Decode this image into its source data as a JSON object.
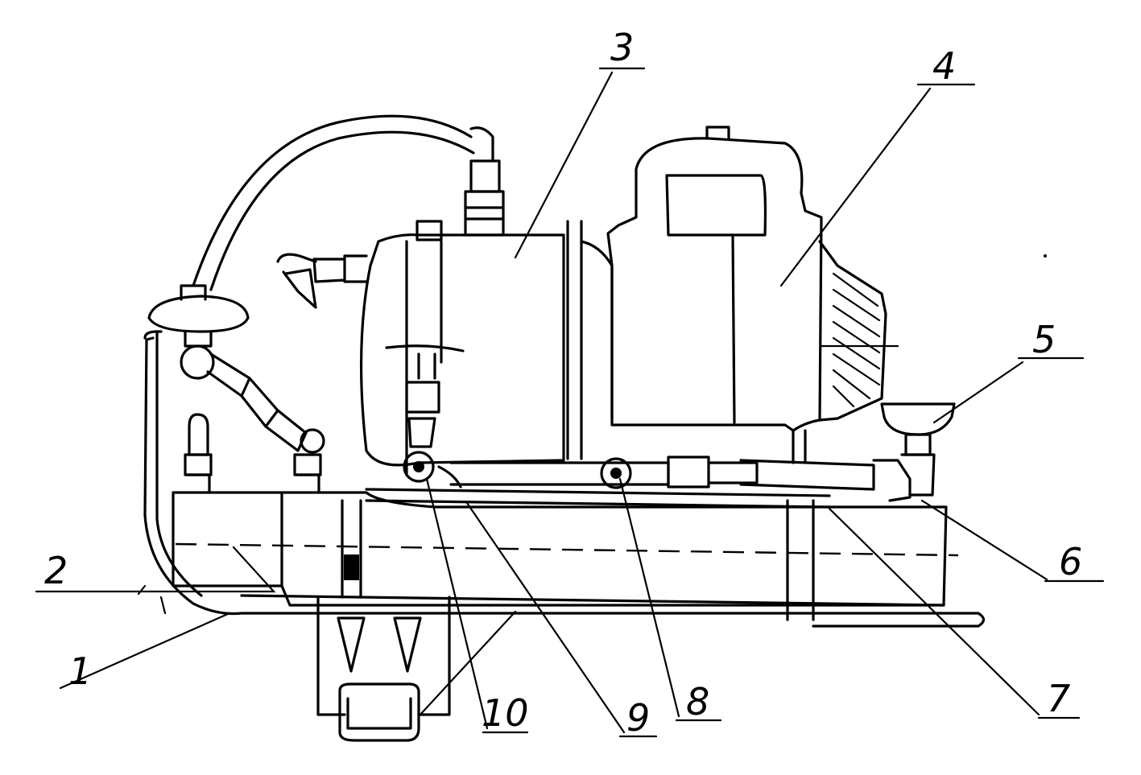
{
  "callouts": [
    {
      "id": 1,
      "label": "1"
    },
    {
      "id": 2,
      "label": "2"
    },
    {
      "id": 3,
      "label": "3"
    },
    {
      "id": 4,
      "label": "4"
    },
    {
      "id": 5,
      "label": "5"
    },
    {
      "id": 6,
      "label": "6"
    },
    {
      "id": 7,
      "label": "7"
    },
    {
      "id": 8,
      "label": "8"
    },
    {
      "id": 9,
      "label": "9"
    },
    {
      "id": 10,
      "label": "10"
    }
  ]
}
